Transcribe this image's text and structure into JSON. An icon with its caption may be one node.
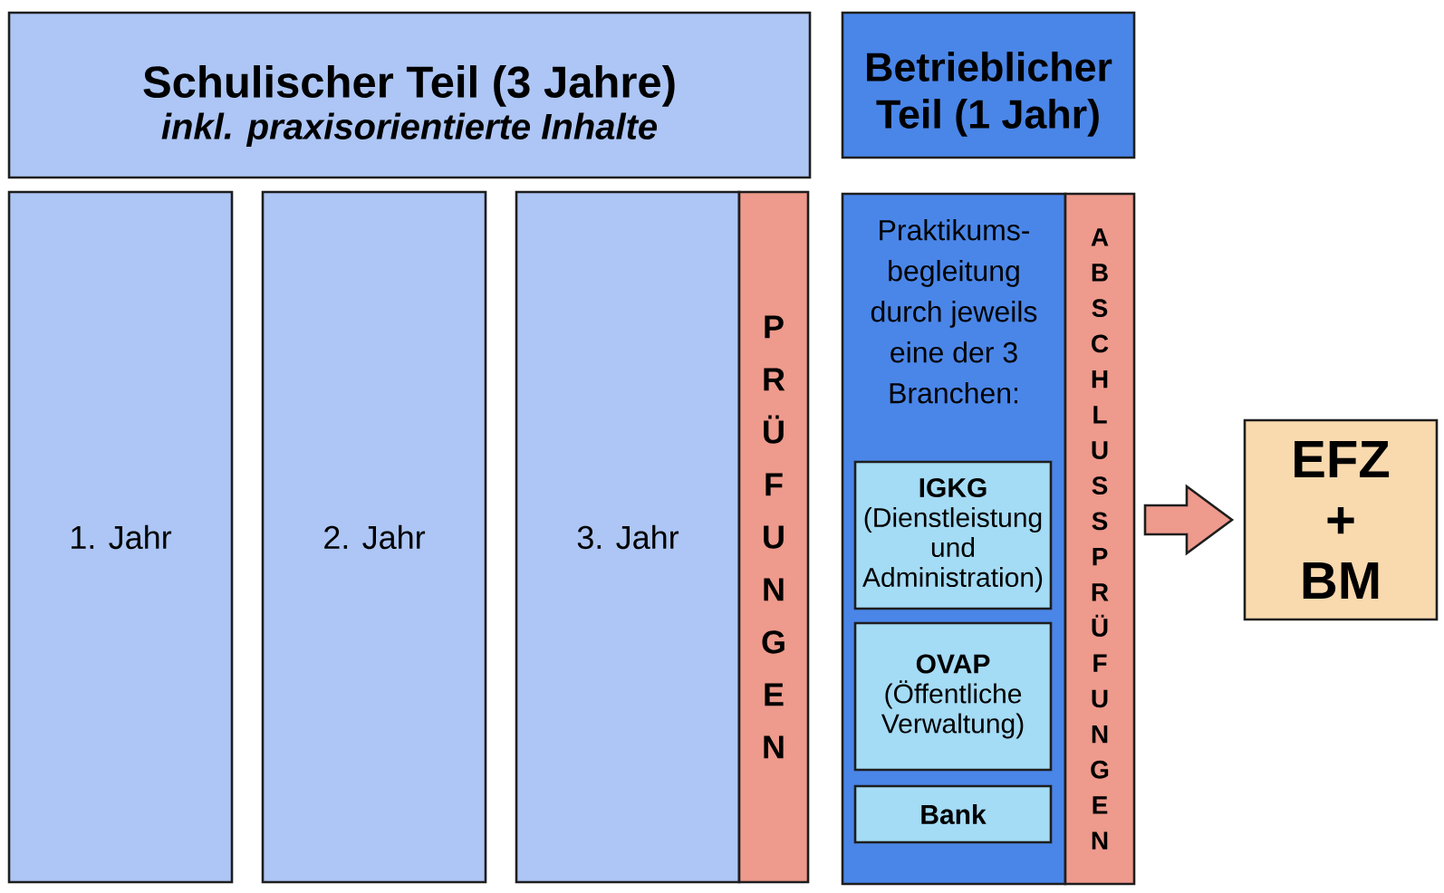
{
  "diagram": {
    "nodes": [
      {
        "text": [
          "Schulischer Teil (3 Jahre)",
          "inkl. praxisorientierte Inhalte"
        ]
      },
      {
        "text": [
          "Betrieblicher Teil (1 Jahr)"
        ]
      },
      {
        "text": [
          "1. Jahr"
        ]
      },
      {
        "text": [
          "2. Jahr"
        ]
      },
      {
        "text": [
          "3. Jahr"
        ]
      },
      {
        "text": [
          "PRÜFUNGEN"
        ]
      },
      {
        "text": [
          "Praktikums-begleitung durch jeweils eine der 3 Branchen:"
        ]
      },
      {
        "text": [
          "IGKG",
          "(Dienstleistung und Administration)"
        ],
        "in": 6
      },
      {
        "text": [
          "OVAP",
          "(Öffentliche Verwaltung)"
        ],
        "in": 6
      },
      {
        "text": [
          "Bank"
        ],
        "in": 6
      },
      {
        "text": [
          "ABSCHLUSSPRÜFUNGEN"
        ]
      },
      {
        "text": [
          "EFZ + BM"
        ]
      }
    ],
    "edges": [
      {
        "from": 10,
        "to": 11,
        "arrow": "to"
      }
    ]
  }
}
